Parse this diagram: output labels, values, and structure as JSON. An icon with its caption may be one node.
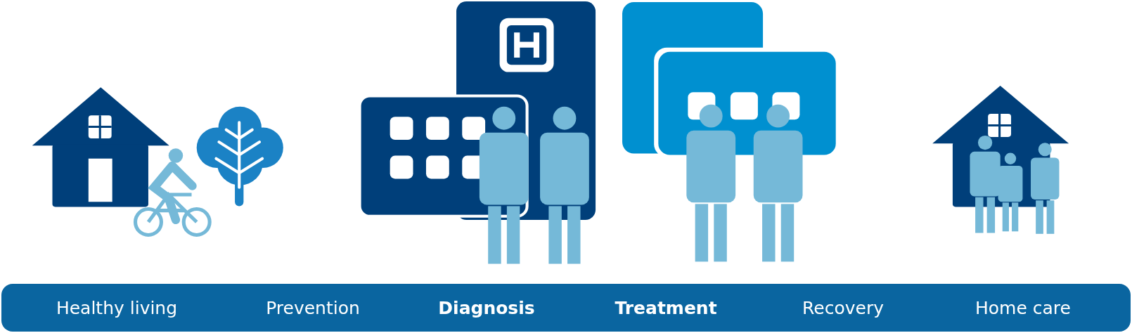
{
  "diagram": {
    "nodes": [
      {
        "text": [
          "Healthy living",
          "Prevention",
          "Diagnosis",
          "Treatment",
          "Recovery",
          "Home care"
        ]
      }
    ]
  }
}
